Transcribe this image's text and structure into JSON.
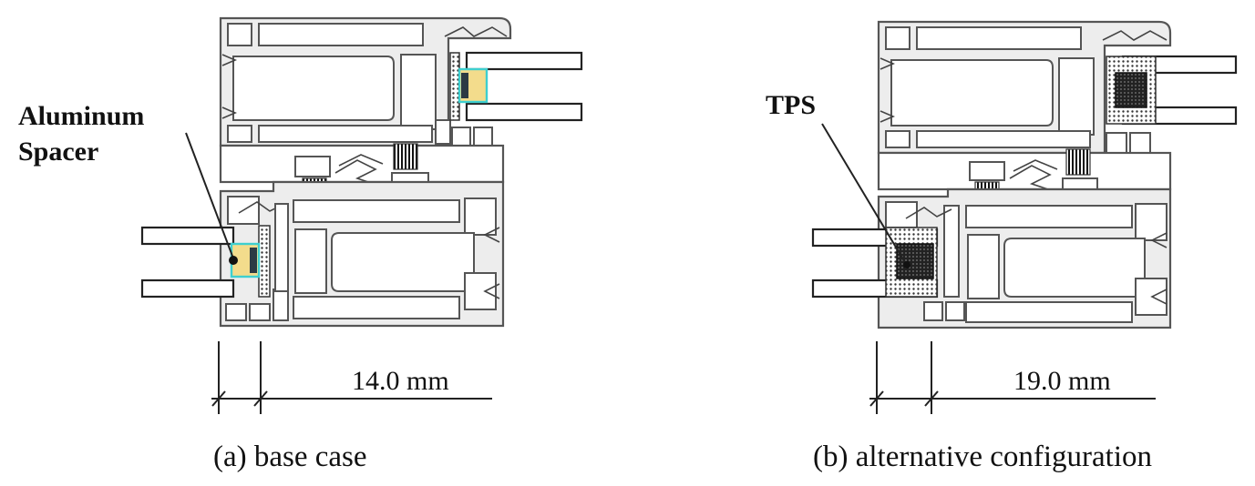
{
  "figures": [
    {
      "caption": "(a) base case",
      "callout_lines": [
        "Aluminum",
        "Spacer"
      ],
      "dimension": "14.0 mm"
    },
    {
      "caption": "(b) alternative configuration",
      "callout_lines": [
        "TPS"
      ],
      "dimension": "19.0 mm"
    }
  ],
  "colors": {
    "spacer_fill": "#f3dc8c",
    "spacer_outline": "#3ecfcf",
    "profile_stroke": "#555555",
    "tps_fill": "#1e1e1e"
  }
}
